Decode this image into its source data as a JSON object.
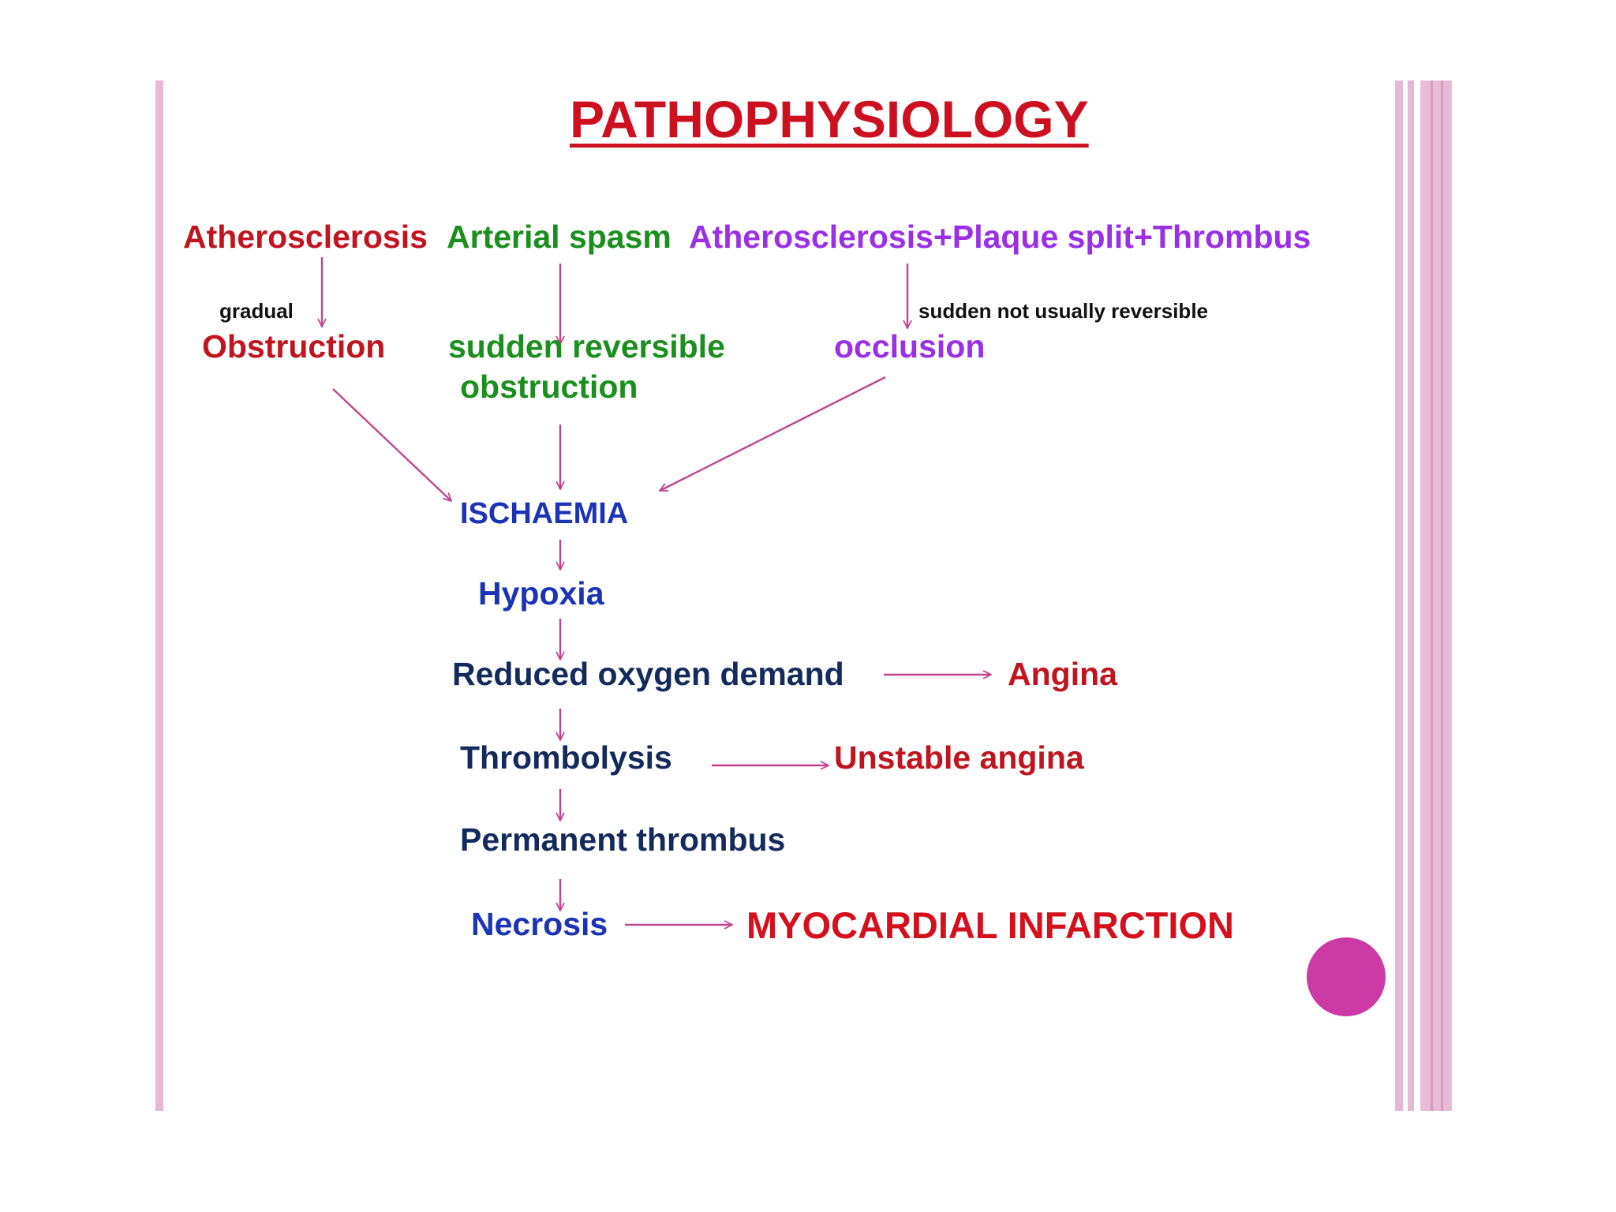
{
  "diagram": {
    "title": "PATHOPHYSIOLOGY",
    "causes": {
      "atherosclerosis": "Atherosclerosis",
      "arterial_spasm": "Arterial spasm",
      "plaque_thrombus": "Atherosclerosis+Plaque split+Thrombus"
    },
    "notes": {
      "gradual": "gradual",
      "sudden_not_reversible": "sudden not usually reversible"
    },
    "intermediates": {
      "obstruction": "Obstruction",
      "sudden_reversible": "sudden reversible",
      "obstruction_lower": "obstruction",
      "occlusion": "occlusion"
    },
    "steps": {
      "ischaemia": "ISCHAEMIA",
      "hypoxia": "Hypoxia",
      "reduced_oxygen": "Reduced oxygen demand",
      "thrombolysis": "Thrombolysis",
      "permanent_thrombus": "Permanent thrombus",
      "necrosis": "Necrosis"
    },
    "outcomes": {
      "angina": "Angina",
      "unstable_angina": "Unstable angina",
      "myocardial_infarction": "MYOCARDIAL INFARCTION"
    },
    "colors": {
      "title": "#cc1020",
      "cause_red": "#c0141e",
      "cause_green": "#1a8f1e",
      "cause_purple": "#9b2fe6",
      "step_blue": "#1a34b5",
      "step_navy": "#142a5c",
      "arrow": "#c2448f",
      "accent_dot": "#cc3aa6",
      "frame": "#e6b8d3"
    }
  }
}
